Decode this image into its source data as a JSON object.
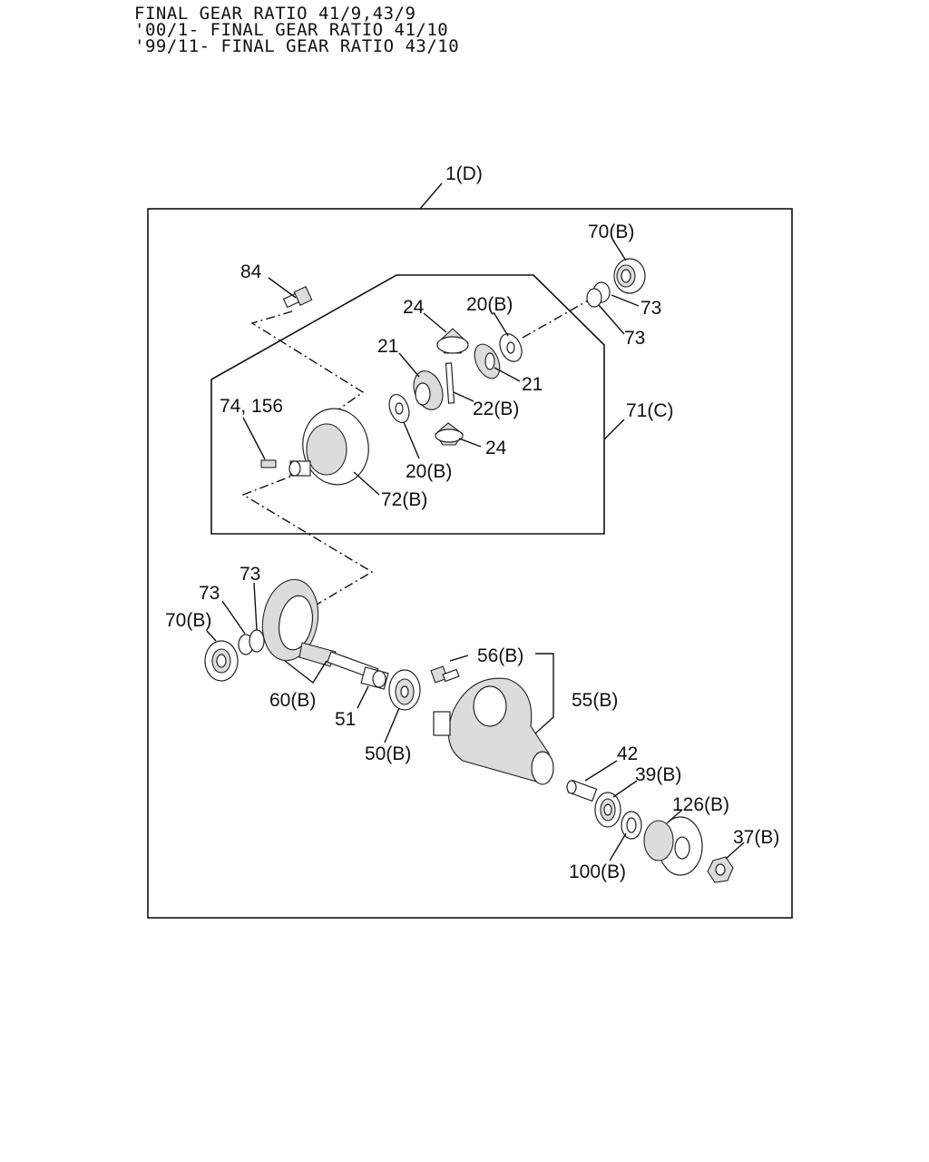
{
  "header": {
    "line1": "FINAL GEAR RATIO 41/9,43/9",
    "line2": "'00/1- FINAL GEAR RATIO 41/10",
    "line3": "'99/11- FINAL GEAR RATIO 43/10"
  },
  "labels": {
    "assy_1d": "1(D)",
    "p84": "84",
    "p70b_top": "70(B)",
    "p73_a": "73",
    "p73_b": "73",
    "p24_top": "24",
    "p20b_top": "20(B)",
    "p21_left": "21",
    "p21_right": "21",
    "p22b": "22(B)",
    "p74_156": "74, 156",
    "p71c": "71(C)",
    "p24_bottom": "24",
    "p20b_bottom": "20(B)",
    "p72b": "72(B)",
    "p73_c": "73",
    "p73_d": "73",
    "p70b_left": "70(B)",
    "p60b": "60(B)",
    "p51": "51",
    "p56b": "56(B)",
    "p55b": "55(B)",
    "p50b": "50(B)",
    "p42": "42",
    "p39b": "39(B)",
    "p126b": "126(B)",
    "p37b": "37(B)",
    "p100b": "100(B)"
  }
}
